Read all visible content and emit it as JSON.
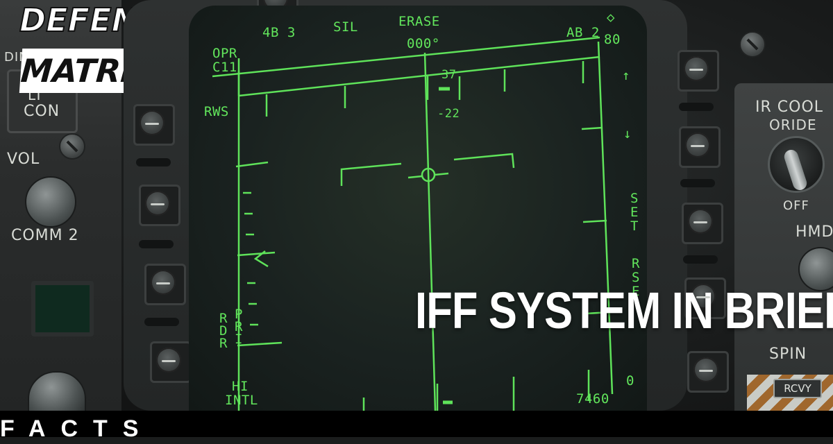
{
  "brand": {
    "line1": "DEFENCE",
    "line2": "MATRIX"
  },
  "headline": "IFF SYSTEM IN BRIEF",
  "footer": "FACTS",
  "left_panel": {
    "dim_label": "DIM",
    "mode_label_top": "LT",
    "mode_label": "CON",
    "vol_label": "VOL",
    "comm_label": "COMM 2"
  },
  "right_panel": {
    "ir_cool_label": "IR COOL",
    "oride_label": "ORIDE",
    "off_label": "OFF",
    "hmd_label": "HMD",
    "spin_label": "SPIN",
    "rcvy_label": "RCVY"
  },
  "radar_display": {
    "top_labels": {
      "bar_scan": "4B 3",
      "sil": "SIL",
      "erase": "ERASE",
      "azimuth": "AB 2",
      "diamond": "◇"
    },
    "heading": "000°",
    "range_top": "80",
    "range_bottom": "0",
    "mode": "OPR",
    "channel": "C11",
    "radar_mode": "RWS",
    "elev_top": "37",
    "elev_bottom": "-22",
    "rdr_label": "R\nD\nR",
    "pri_label": "P\nR\nI",
    "hi_label": "HI",
    "intl_label": "INTL",
    "altitude": "7460",
    "right_osb": {
      "up": "↑",
      "down": "↓",
      "set": "S\nE\nT",
      "rset": "R\nS\nE"
    }
  },
  "colors": {
    "symbology": "#62e65c",
    "headline": "#ffffff",
    "footer_bg": "#000000"
  }
}
